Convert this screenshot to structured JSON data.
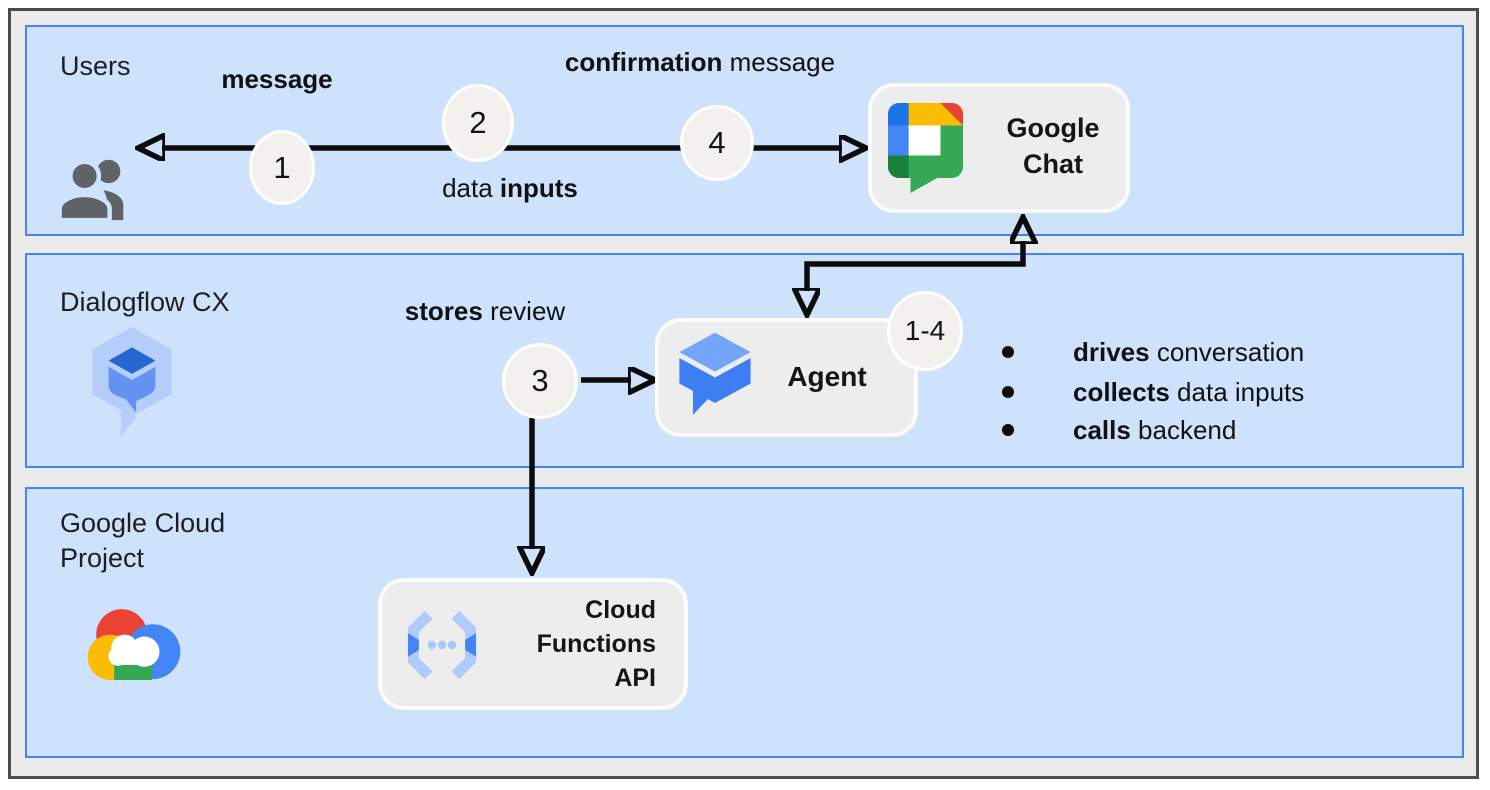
{
  "sections": {
    "users": {
      "title": "Users"
    },
    "dialogflow": {
      "title": "Dialogflow CX"
    },
    "gcp": {
      "title": "Google Cloud Project"
    }
  },
  "labels": {
    "message": {
      "pre": "",
      "bold": "message",
      "post": ""
    },
    "confirmation": {
      "pre": "",
      "bold": "confirmation",
      "post": " message"
    },
    "data_inputs": {
      "pre": "data ",
      "bold": "inputs",
      "post": ""
    },
    "stores_review": {
      "pre": "",
      "bold": "stores",
      "post": " review"
    }
  },
  "steps": {
    "s1": "1",
    "s2": "2",
    "s3": "3",
    "s4": "4",
    "range": "1-4"
  },
  "nodes": {
    "google_chat": {
      "line1": "Google",
      "line2": "Chat"
    },
    "agent": {
      "label": "Agent"
    },
    "cloud_functions": {
      "line1": "Cloud",
      "line2": "Functions",
      "line3": "API"
    }
  },
  "bullets": [
    {
      "bold": "drives",
      "rest": " conversation"
    },
    {
      "bold": "collects",
      "rest": " data inputs"
    },
    {
      "bold": "calls",
      "rest": " backend"
    }
  ],
  "icons": {
    "users": "users-group-icon",
    "google_chat": "google-chat-logo",
    "dialogflow": "dialogflow-cx-logo",
    "agent": "dialogflow-agent-icon",
    "google_cloud": "google-cloud-logo",
    "cloud_functions": "cloud-functions-icon"
  },
  "theme": {
    "band_fill": "#cfe2fc",
    "band_border": "#4286f5",
    "frame_bg": "#ebebeb",
    "frame_border": "#4c4c4c",
    "node_fill": "#ededed",
    "node_border": "#fbfbfb",
    "step_fill": "#f2f1ee",
    "arrow": "#0c0c0c",
    "google_blue": "#4285f4",
    "google_blue_dark": "#1a73e8",
    "google_red": "#ea4335",
    "google_yellow": "#fbbc04",
    "google_green": "#34a853",
    "google_green_dark": "#188038",
    "dialogflow_light": "#b5cdf9",
    "dialogflow_mid": "#6591f0",
    "dialogflow_dark": "#2566cf",
    "users_icon_gray": "#5f6368"
  }
}
